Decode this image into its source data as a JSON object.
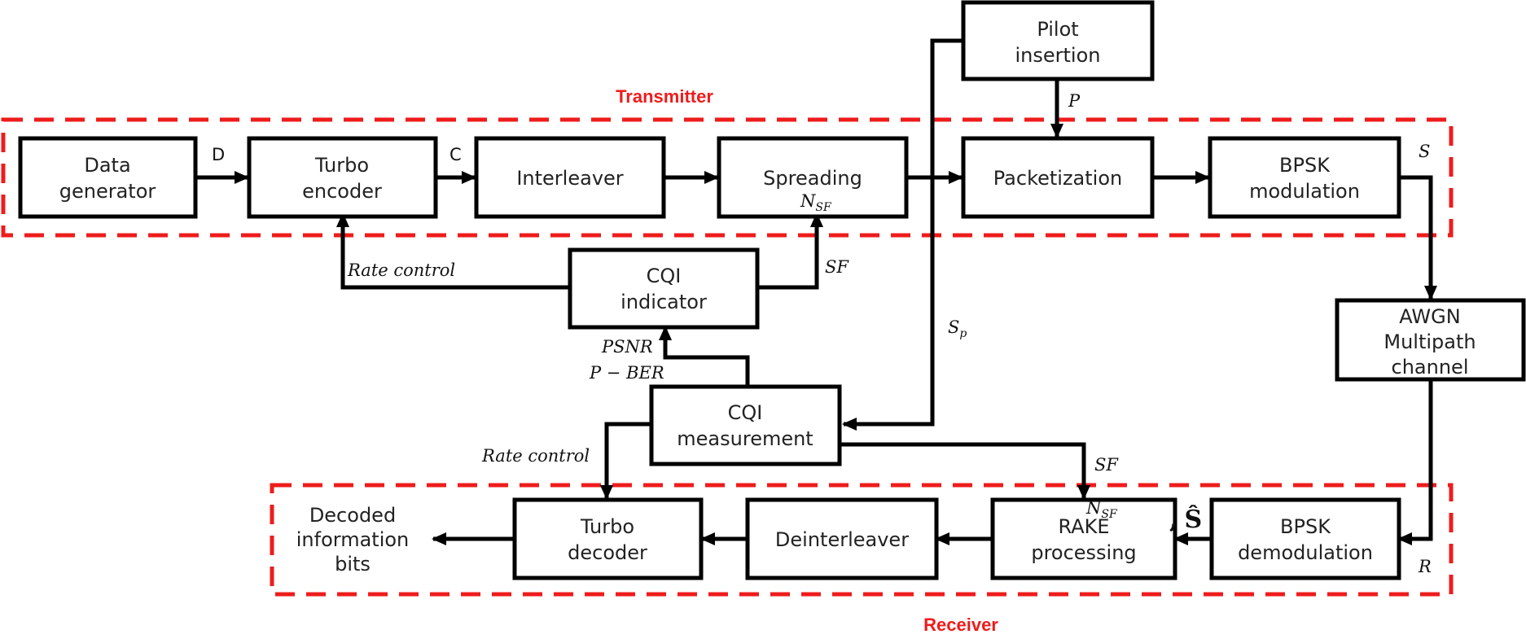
{
  "regions": {
    "transmitter": "Transmitter",
    "receiver": "Receiver"
  },
  "blocks": {
    "data_generator": [
      "Data",
      "generator"
    ],
    "turbo_encoder": [
      "Turbo",
      "encoder"
    ],
    "interleaver": [
      "Interleaver"
    ],
    "spreading": [
      "Spreading"
    ],
    "packetization": [
      "Packetization"
    ],
    "bpsk_modulation": [
      "BPSK",
      "modulation"
    ],
    "pilot_insertion": [
      "Pilot",
      "insertion"
    ],
    "cqi_indicator": [
      "CQI",
      "indicator"
    ],
    "cqi_measurement": [
      "CQI",
      "measurement"
    ],
    "awgn_channel": [
      "AWGN",
      "Multipath",
      "channel"
    ],
    "bpsk_demodulation": [
      "BPSK",
      "demodulation"
    ],
    "rake_processing": [
      "RAKE",
      "processing"
    ],
    "deinterleaver": [
      "Deinterleaver"
    ],
    "turbo_decoder": [
      "Turbo",
      "decoder"
    ],
    "decoded_output": [
      "Decoded",
      "information",
      "bits"
    ]
  },
  "signals": {
    "d": "D",
    "c": "C",
    "s": "S",
    "p": "P",
    "sp": "S",
    "sp_sub": "p",
    "r": "R",
    "s_hat": "Ŝ",
    "nsf_tx": "N",
    "nsf_tx_sub": "SF",
    "nsf_rx": "N",
    "nsf_rx_sub": "SF",
    "sf_tx": "SF",
    "sf_rx": "SF",
    "rate_control_tx": "Rate control",
    "rate_control_rx": "Rate control",
    "psnr": "PSNR",
    "pber": "P − BER"
  },
  "colors": {
    "region_border": "#ee1c1c",
    "block_border": "#000000"
  }
}
